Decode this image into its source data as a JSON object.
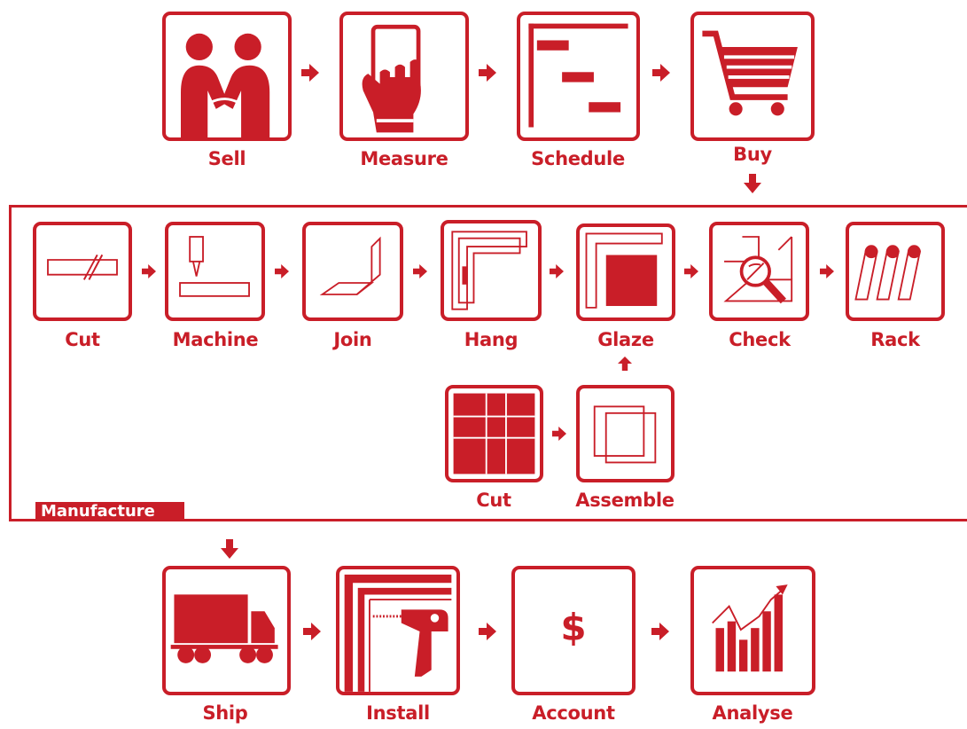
{
  "accent": "#c91e28",
  "top_row": [
    {
      "id": "sell",
      "label": "Sell",
      "icon": "handshake-icon"
    },
    {
      "id": "measure",
      "label": "Measure",
      "icon": "phone-in-hand-icon"
    },
    {
      "id": "schedule",
      "label": "Schedule",
      "icon": "gantt-chart-icon"
    },
    {
      "id": "buy",
      "label": "Buy",
      "icon": "shopping-cart-icon"
    }
  ],
  "manufacture": {
    "title": "Manufacture",
    "main_row": [
      {
        "id": "cut",
        "label": "Cut",
        "icon": "saw-cut-bar-icon"
      },
      {
        "id": "machine",
        "label": "Machine",
        "icon": "drill-press-icon"
      },
      {
        "id": "join",
        "label": "Join",
        "icon": "corner-join-icon"
      },
      {
        "id": "hang",
        "label": "Hang",
        "icon": "frame-hang-icon"
      },
      {
        "id": "glaze",
        "label": "Glaze",
        "icon": "glazed-frame-icon"
      },
      {
        "id": "check",
        "label": "Check",
        "icon": "inspect-magnifier-icon"
      },
      {
        "id": "rack",
        "label": "Rack",
        "icon": "rack-icon"
      }
    ],
    "sub_row": [
      {
        "id": "glass-cut",
        "label": "Cut",
        "icon": "glass-sheet-cut-icon"
      },
      {
        "id": "assemble",
        "label": "Assemble",
        "icon": "assemble-panes-icon"
      }
    ]
  },
  "bottom_row": [
    {
      "id": "ship",
      "label": "Ship",
      "icon": "truck-icon"
    },
    {
      "id": "install",
      "label": "Install",
      "icon": "power-drill-icon"
    },
    {
      "id": "account",
      "label": "Account",
      "icon": "dollar-icon",
      "symbol": "$"
    },
    {
      "id": "analyse",
      "label": "Analyse",
      "icon": "growth-chart-icon"
    }
  ]
}
